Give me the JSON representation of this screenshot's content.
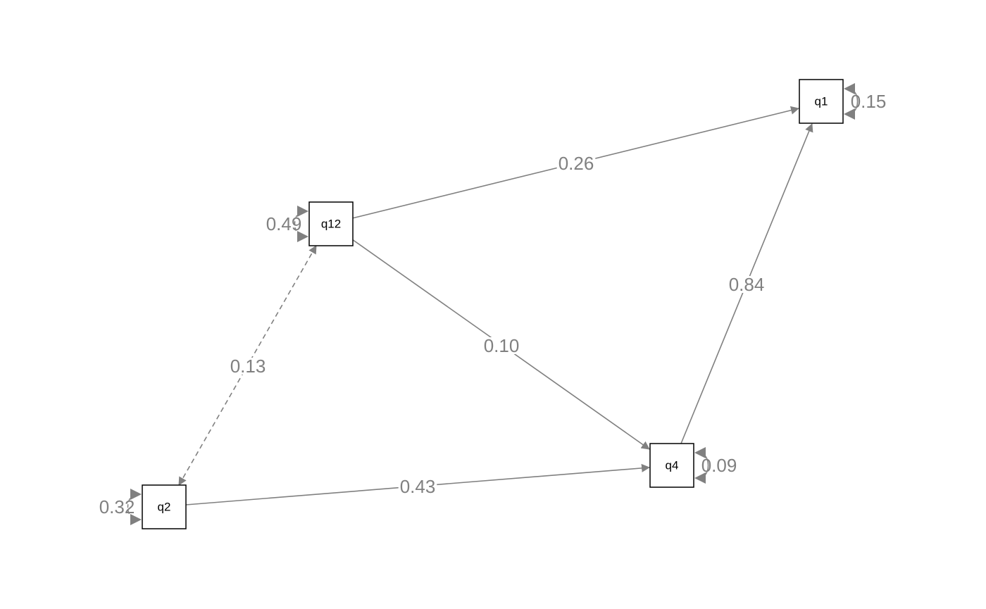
{
  "colors": {
    "edge": "#808080",
    "node_border": "#000000",
    "node_fill": "#ffffff",
    "label": "#808080",
    "background": "#ffffff"
  },
  "nodes": [
    {
      "id": "q1",
      "label": "q1"
    },
    {
      "id": "q12",
      "label": "q12"
    },
    {
      "id": "q4",
      "label": "q4"
    },
    {
      "id": "q2",
      "label": "q2"
    }
  ],
  "edges": [
    {
      "from": "q12",
      "to": "q1",
      "label": "0.26",
      "style": "solid",
      "direction": "forward"
    },
    {
      "from": "q12",
      "to": "q4",
      "label": "0.10",
      "style": "solid",
      "direction": "forward"
    },
    {
      "from": "q4",
      "to": "q1",
      "label": "0.84",
      "style": "solid",
      "direction": "forward"
    },
    {
      "from": "q2",
      "to": "q4",
      "label": "0.43",
      "style": "solid",
      "direction": "forward"
    },
    {
      "from": "q2",
      "to": "q12",
      "label": "0.13",
      "style": "dashed",
      "direction": "both"
    }
  ],
  "residuals": [
    {
      "node": "q1",
      "label": "0.15",
      "side": "right"
    },
    {
      "node": "q12",
      "label": "0.49",
      "side": "left"
    },
    {
      "node": "q4",
      "label": "0.09",
      "side": "right"
    },
    {
      "node": "q2",
      "label": "0.32",
      "side": "left"
    }
  ]
}
